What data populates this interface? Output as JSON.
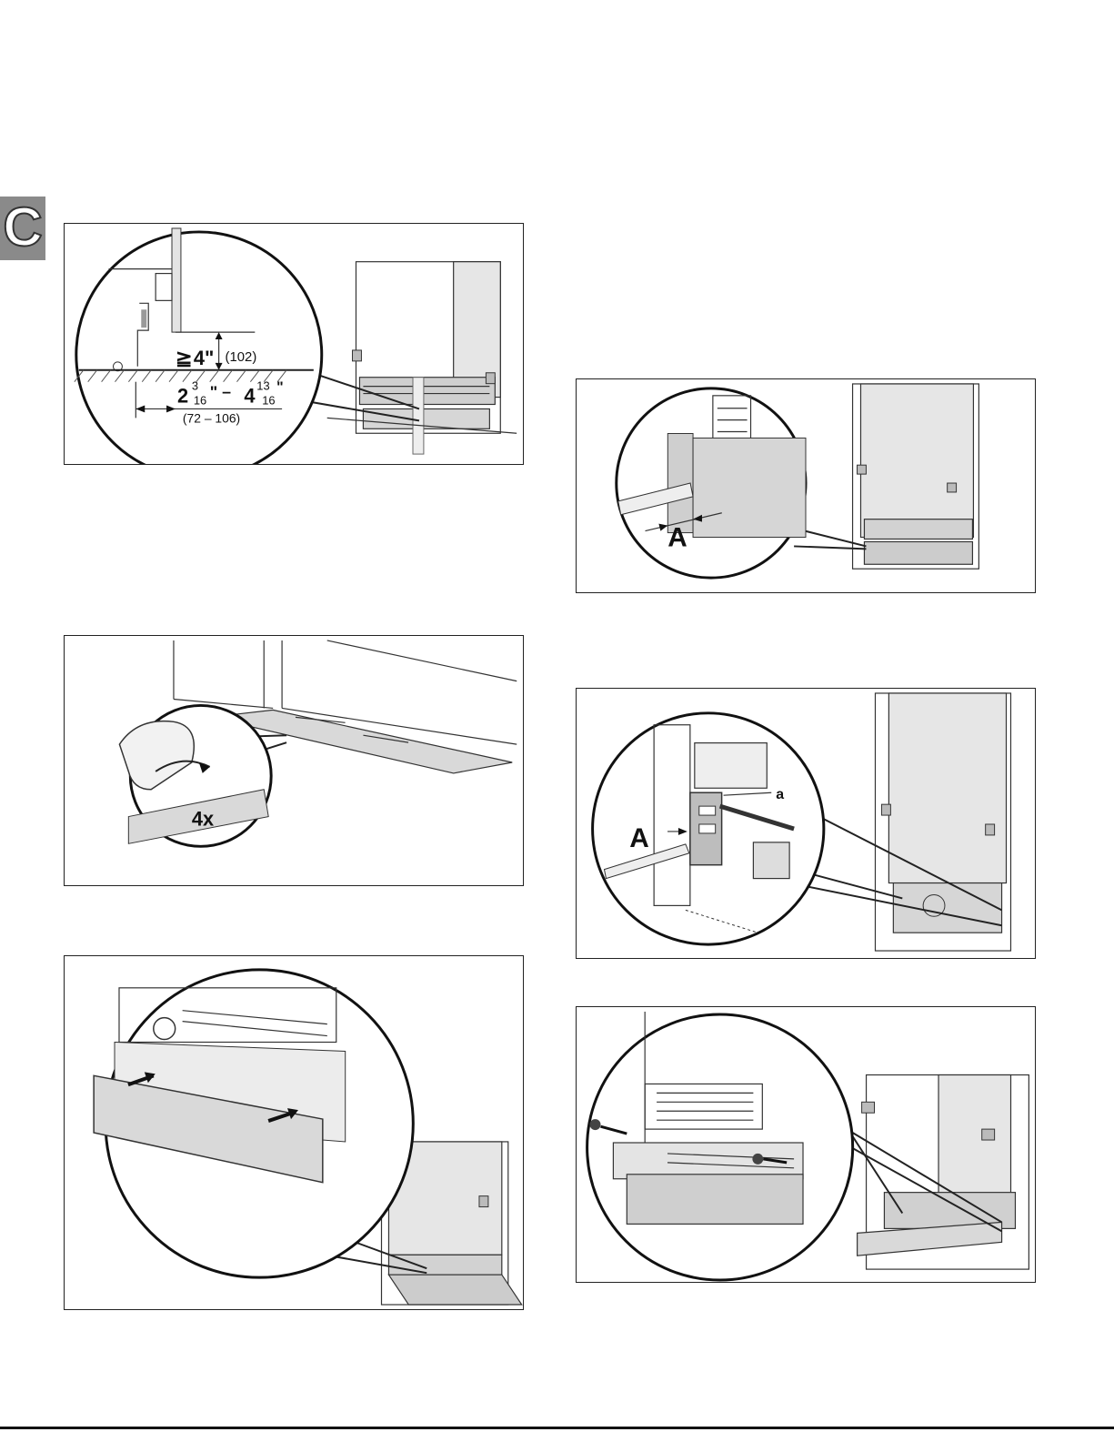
{
  "section_tab": {
    "letter": "C"
  },
  "fig1": {
    "height_prefix": "≧",
    "height_value": "4\"",
    "height_mm": "(102)",
    "width_a_whole": "2",
    "width_a_num": "3",
    "width_a_den": "16",
    "width_sep": "\" – ",
    "width_b_whole": "4",
    "width_b_num": "13",
    "width_b_den": "16",
    "width_b_inch": "\"",
    "width_mm": "(72 – 106)"
  },
  "fig2": {
    "label": "A"
  },
  "fig3": {
    "count": "4x"
  },
  "fig5": {
    "label_a": "A",
    "label_small": "a"
  },
  "colors": {
    "line": "#222222",
    "tab": "#8a8a8a",
    "panel_fill": "#d9d9d9"
  }
}
